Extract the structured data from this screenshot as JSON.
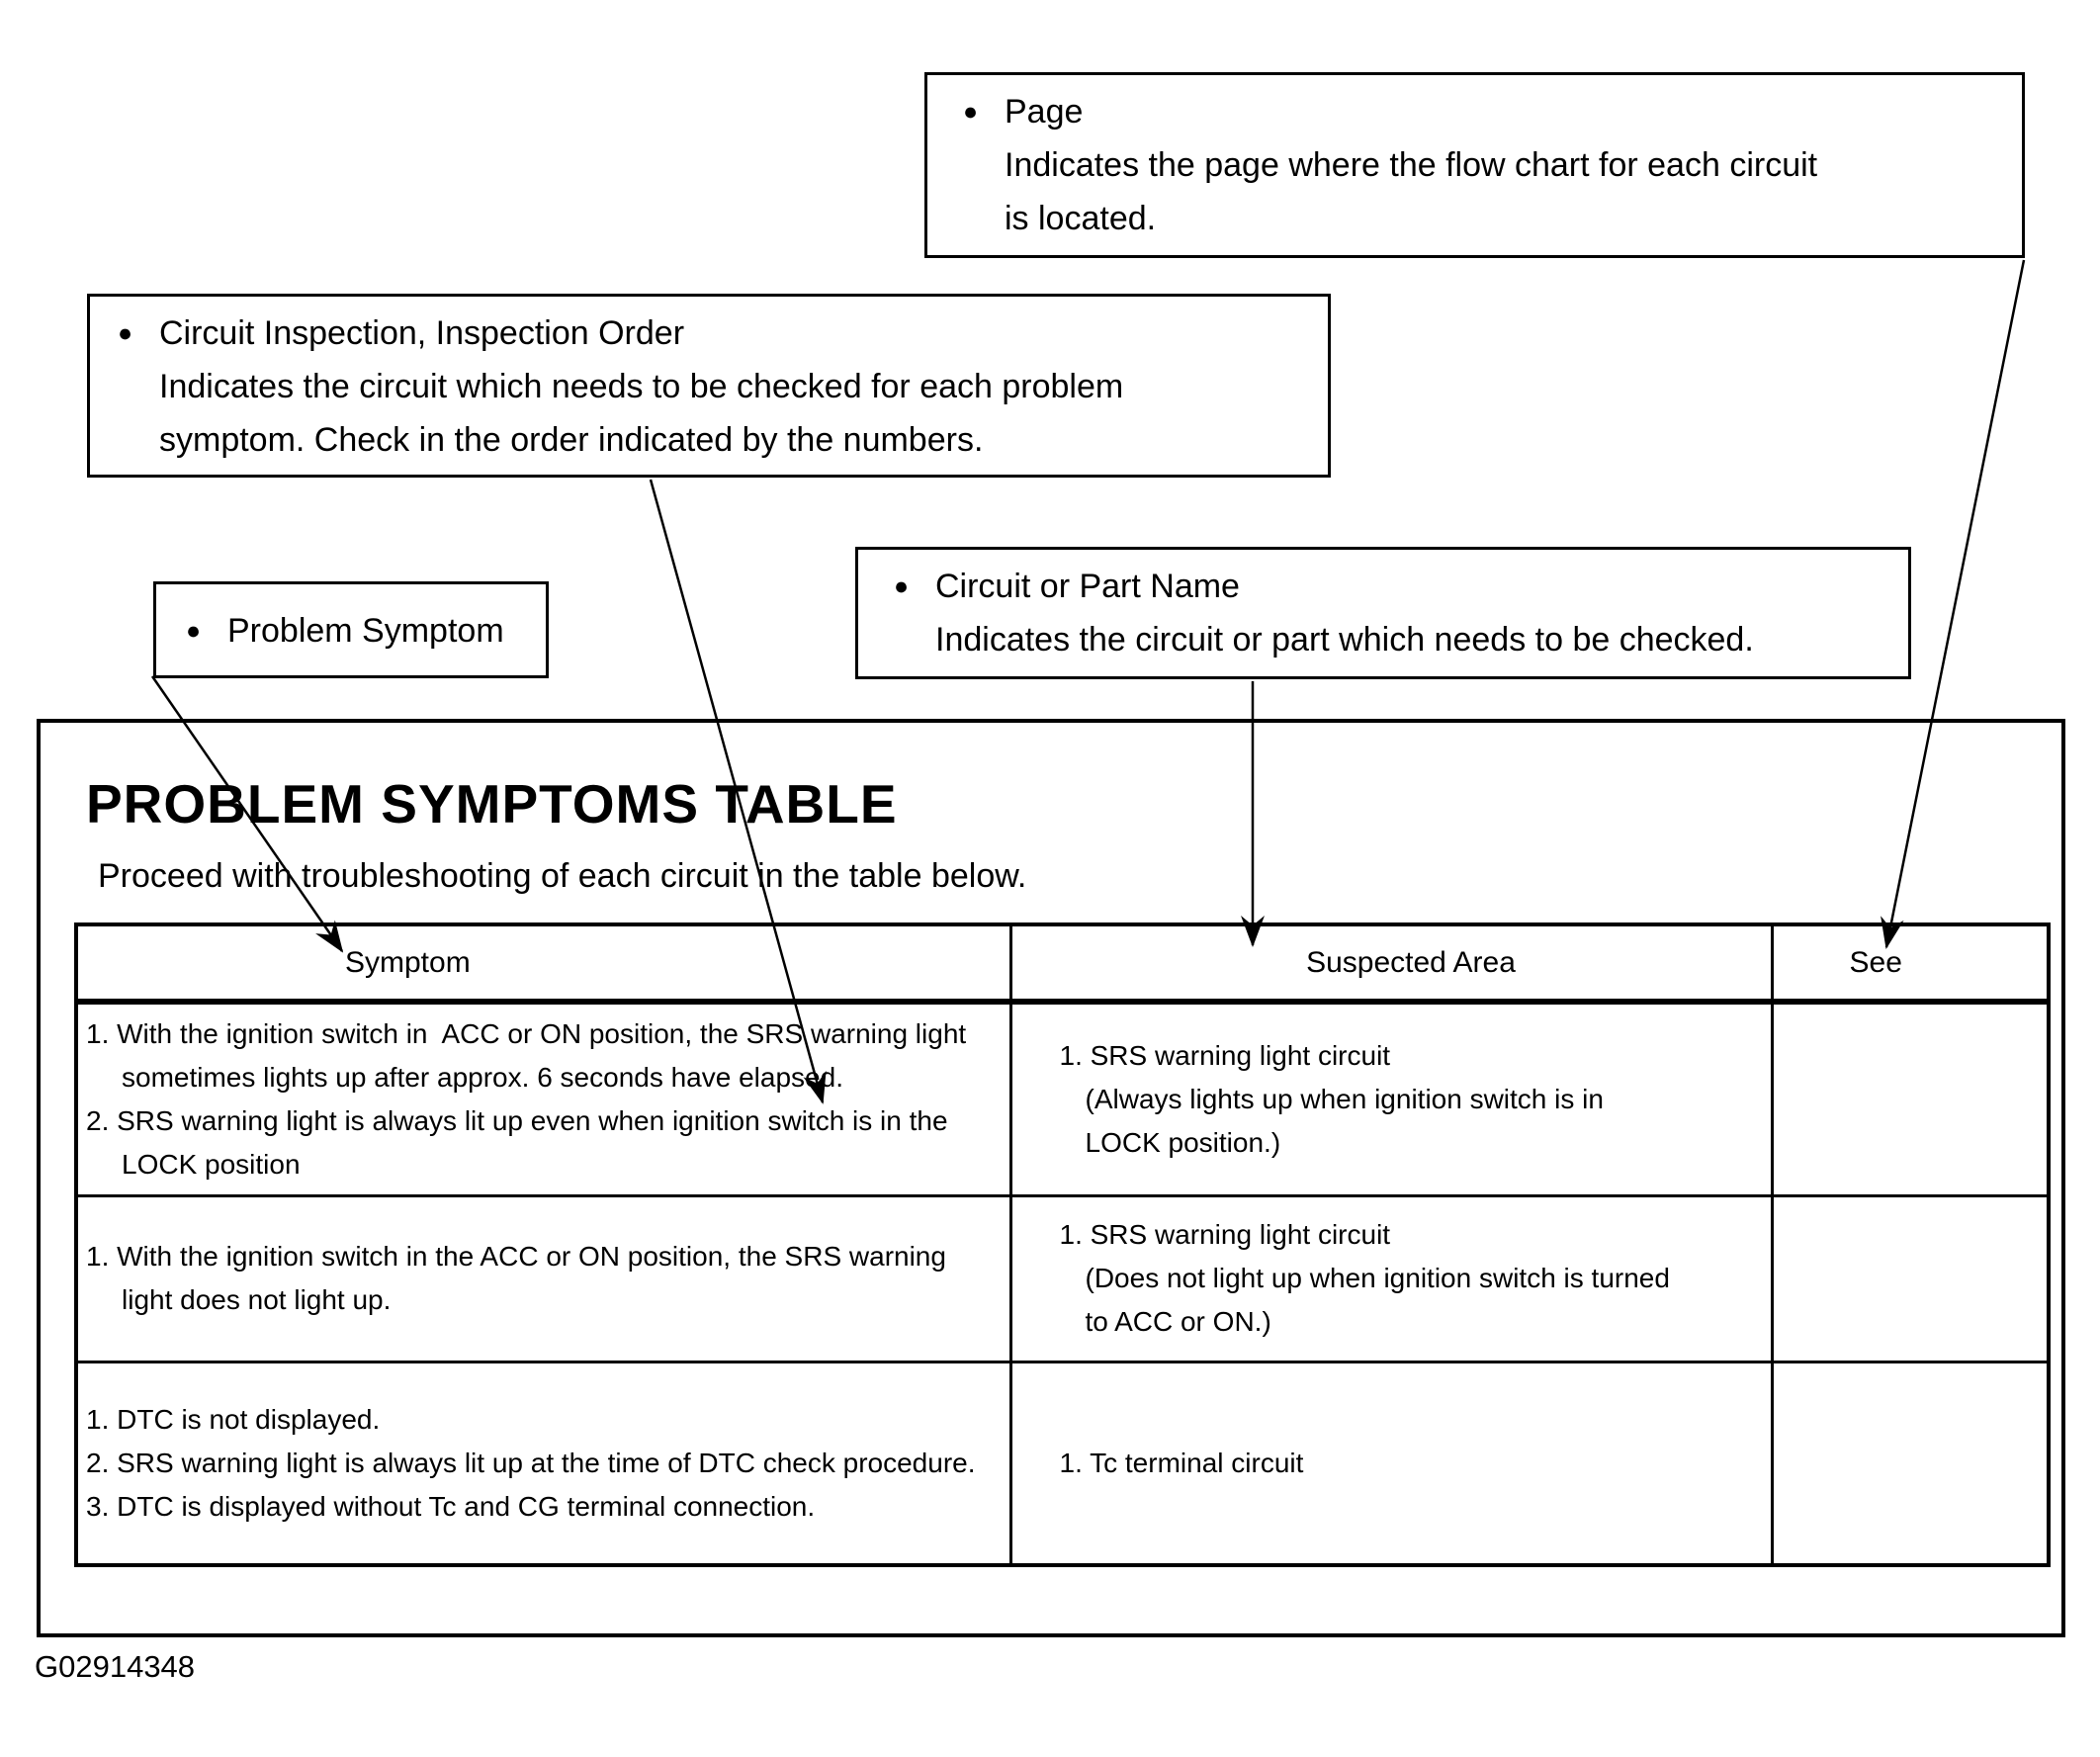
{
  "callouts": {
    "page": {
      "bullet": "●",
      "title": "Page",
      "lines": [
        "Indicates the page where the flow chart for each circuit",
        "is located."
      ]
    },
    "circuit_inspection": {
      "bullet": "●",
      "title": "Circuit Inspection, Inspection Order",
      "lines": [
        "Indicates the circuit which needs to be checked for each problem",
        "symptom. Check in the order indicated by the numbers."
      ]
    },
    "problem_symptom": {
      "bullet": "●",
      "title": "Problem Symptom"
    },
    "circuit_or_part_name": {
      "bullet": "●",
      "title": "Circuit or Part Name",
      "lines": [
        "Indicates the circuit or part which needs to be checked."
      ]
    }
  },
  "panel": {
    "title": "PROBLEM SYMPTOMS TABLE",
    "subtitle": "Proceed with troubleshooting of each circuit in the table below."
  },
  "table": {
    "headers": {
      "symptom": "Symptom",
      "suspected_area": "Suspected Area",
      "see": "See"
    },
    "rows": [
      {
        "symptoms": [
          "1. With the ignition switch in  ACC or ON position, the SRS warning light sometimes lights up after approx. 6 seconds have elapsed.",
          "2. SRS warning light is always lit up even when ignition switch is in the LOCK position"
        ],
        "suspected": [
          {
            "name": "1. SRS warning light circuit",
            "note_lines": [
              "(Always lights up when ignition switch is in",
              "LOCK position.)"
            ]
          }
        ],
        "see": ""
      },
      {
        "symptoms": [
          "1. With the ignition switch in the ACC or ON position, the SRS warning light does not light up."
        ],
        "suspected": [
          {
            "name": "1. SRS warning light circuit",
            "note_lines": [
              "(Does not light up when ignition switch is turned",
              "to ACC or ON.)"
            ]
          }
        ],
        "see": ""
      },
      {
        "symptoms": [
          "1. DTC is not displayed.",
          "2. SRS warning light is always lit up at the time of DTC check procedure.",
          "3. DTC is displayed without Tc and CG terminal connection."
        ],
        "suspected": [
          {
            "name": "1. Tc terminal circuit",
            "note_lines": []
          }
        ],
        "see": ""
      }
    ]
  },
  "figure_id": "G02914348"
}
